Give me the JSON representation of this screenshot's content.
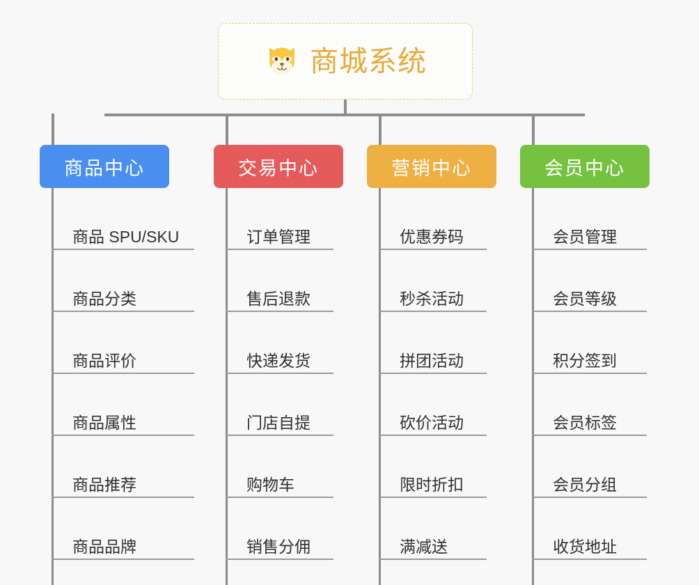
{
  "canvas": {
    "background": "#f8f8f8",
    "connector_color": "#8c8c8c"
  },
  "root": {
    "title": "商城系统",
    "icon": "dog-face-emoji",
    "icon_glyph": "🐶",
    "title_color": "#e8ab3a",
    "border_color": "#eec475",
    "background": "#fdfdfc"
  },
  "columns": [
    {
      "id": "product-center",
      "label": "商品中心",
      "color": "#4a8ef0",
      "items": [
        "商品 SPU/SKU",
        "商品分类",
        "商品评价",
        "商品属性",
        "商品推荐",
        "商品品牌"
      ]
    },
    {
      "id": "trade-center",
      "label": "交易中心",
      "color": "#e55b5b",
      "items": [
        "订单管理",
        "售后退款",
        "快递发货",
        "门店自提",
        "购物车",
        "销售分佣"
      ]
    },
    {
      "id": "marketing-center",
      "label": "营销中心",
      "color": "#eeaf43",
      "items": [
        "优惠券码",
        "秒杀活动",
        "拼团活动",
        "砍价活动",
        "限时折扣",
        "满减送"
      ]
    },
    {
      "id": "member-center",
      "label": "会员中心",
      "color": "#76c240",
      "items": [
        "会员管理",
        "会员等级",
        "积分签到",
        "会员标签",
        "会员分组",
        "收货地址"
      ]
    }
  ]
}
